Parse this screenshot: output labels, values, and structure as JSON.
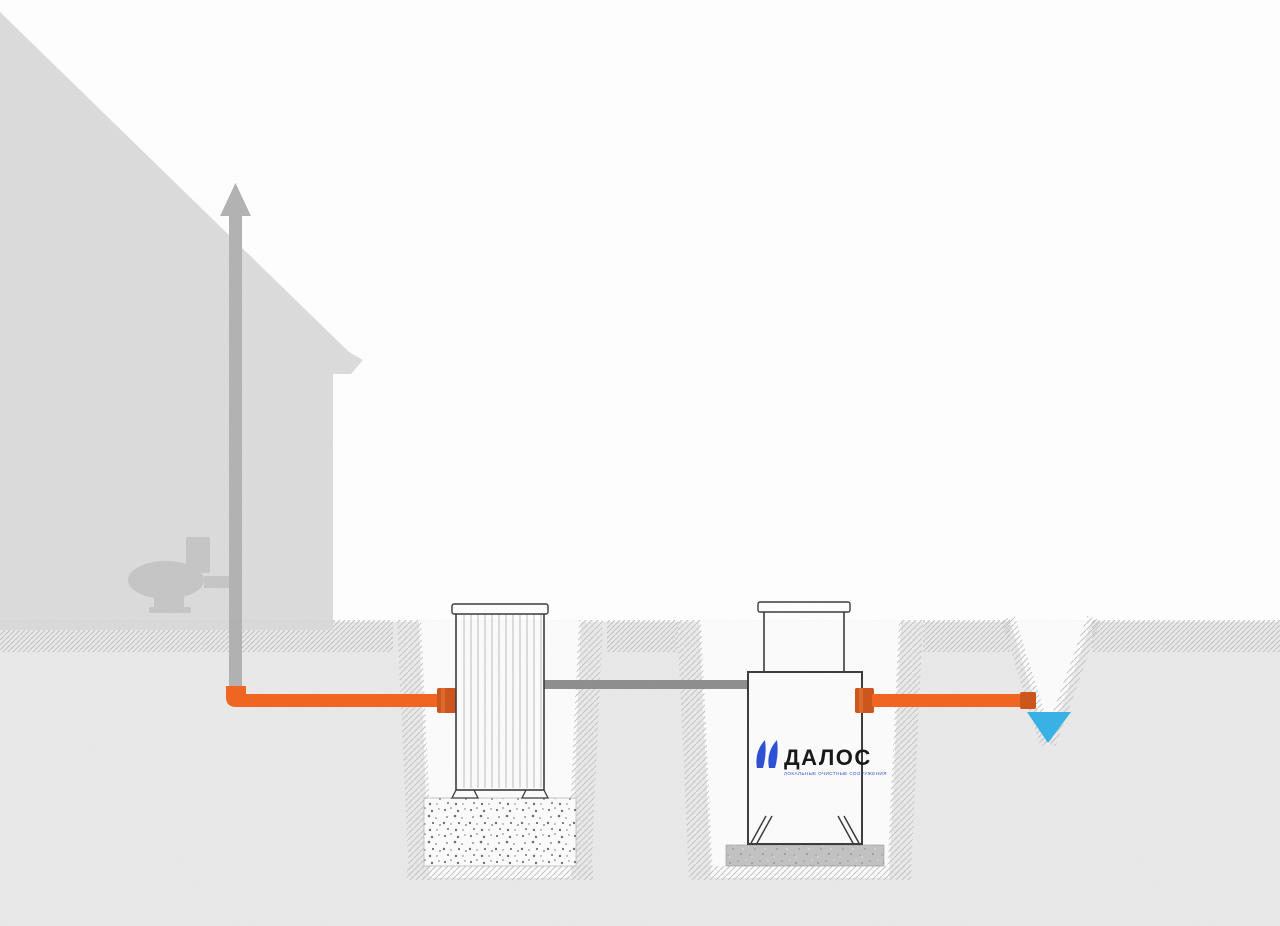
{
  "diagram": {
    "logo": {
      "brand": "ДАЛОС",
      "tagline": "ЛОКАЛЬНЫЕ ОЧИСТНЫЕ СООРУЖЕНИЯ",
      "brand_color": "#141414",
      "accent_color": "#2a4fd7"
    },
    "colors": {
      "pipe_orange": "#f5641d",
      "pipe_fitting": "#cf5418",
      "transfer_pipe_gray": "#8f8f8f",
      "vent_gray": "#b3b3b3",
      "house_gray": "#dcdcdc",
      "fixture_gray": "#c6c6c6",
      "soil_gray": "#ececec",
      "hatch_gray": "#c4c4c4",
      "outline_dark": "#3a3a3a",
      "water_blue": "#36b3e8",
      "concrete_gray": "#c4c4c4"
    },
    "parts": [
      {
        "name": "house",
        "kind": "silhouette"
      },
      {
        "name": "toilet-icon",
        "kind": "icon"
      },
      {
        "name": "vent-pipe",
        "kind": "pipe"
      },
      {
        "name": "up-arrow-icon",
        "kind": "icon"
      },
      {
        "name": "inlet-pipe",
        "kind": "pipe"
      },
      {
        "name": "inlet-coupling",
        "kind": "fitting"
      },
      {
        "name": "septic-tank",
        "kind": "tank"
      },
      {
        "name": "gravel-base",
        "kind": "bedding"
      },
      {
        "name": "transfer-pipe",
        "kind": "pipe"
      },
      {
        "name": "treatment-unit",
        "kind": "tank",
        "brand": "ДАЛОС"
      },
      {
        "name": "concrete-slab",
        "kind": "foundation"
      },
      {
        "name": "outlet-pipe",
        "kind": "pipe"
      },
      {
        "name": "outlet-coupling",
        "kind": "fitting"
      },
      {
        "name": "drainage-ditch",
        "kind": "terrain"
      },
      {
        "name": "ditch-water",
        "kind": "terrain"
      }
    ]
  }
}
